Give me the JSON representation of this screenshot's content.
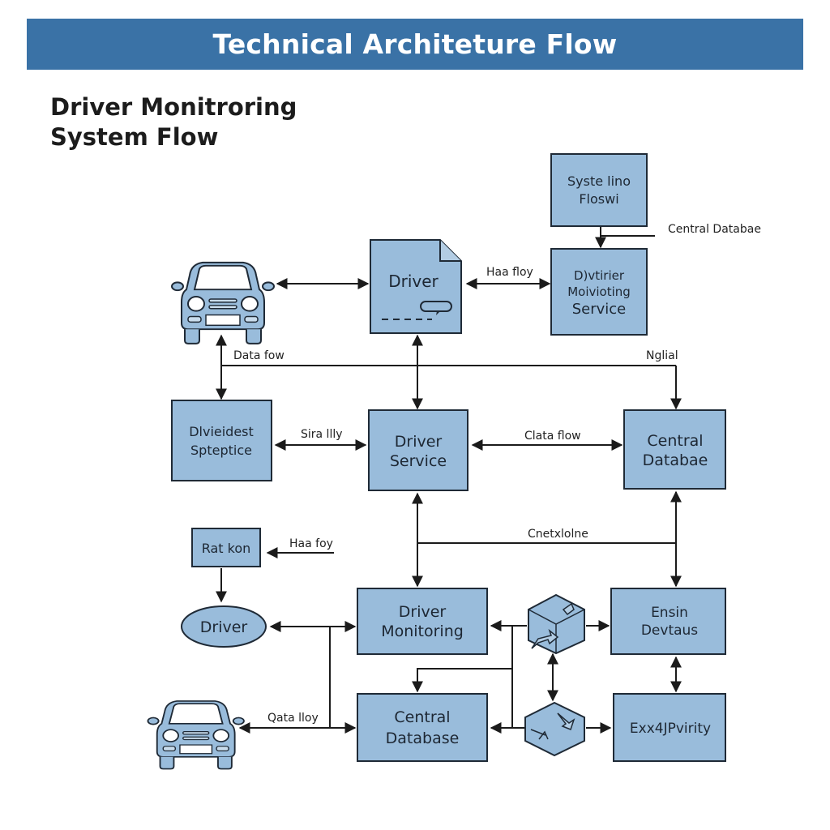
{
  "header": {
    "title": "Technical Architeture Flow"
  },
  "subtitle": {
    "line1": "Driver Monitroring",
    "line2": "System Flow"
  },
  "colors": {
    "banner": "#3a72a6",
    "node_fill": "#99bcdb",
    "node_stroke": "#1f2a36",
    "edge": "#1b1b1b"
  },
  "nodes": {
    "system_flow": {
      "line1": "Syste lino",
      "line2": "Floswi"
    },
    "driver_monitoring_service": {
      "line1": "D)vtirier",
      "line2": "Moivioting",
      "line3": "Service"
    },
    "driver_document": {
      "label": "Driver"
    },
    "vehicle_top": {
      "icon": "car-icon"
    },
    "driver_spec": {
      "line1": "Dlvieidest",
      "line2": "Spteptice"
    },
    "driver_service": {
      "line1": "Driver",
      "line2": "Service"
    },
    "central_db_mid": {
      "line1": "Central",
      "line2": "Databae"
    },
    "rat_kon": {
      "label": "Rat kon"
    },
    "driver_ellipse": {
      "label": "Driver"
    },
    "driver_monitoring": {
      "line1": "Driver",
      "line2": "Monitoring"
    },
    "processor_top": {
      "icon": "cube-process-icon"
    },
    "processor_bottom": {
      "icon": "hexagon-process-icon"
    },
    "ensin_devtaus": {
      "line1": "Ensin",
      "line2": "Devtaus"
    },
    "central_db_bottom": {
      "line1": "Central",
      "line2": "Database"
    },
    "exx_priority": {
      "label": "Exx4JPvirity"
    },
    "vehicle_bottom": {
      "icon": "car-icon"
    }
  },
  "edge_labels": {
    "central_database_annot": "Central Databae",
    "haa_floy_top": "Haa floy",
    "data_fow": "Data fow",
    "nglial": "Nglial",
    "sira_lly": "Sira llly",
    "clata_flow": "Clata flow",
    "cnetxlolne": "Cnetxlolne",
    "haa_foy": "Haa foy",
    "qata_lloy": "Qata lloy"
  }
}
